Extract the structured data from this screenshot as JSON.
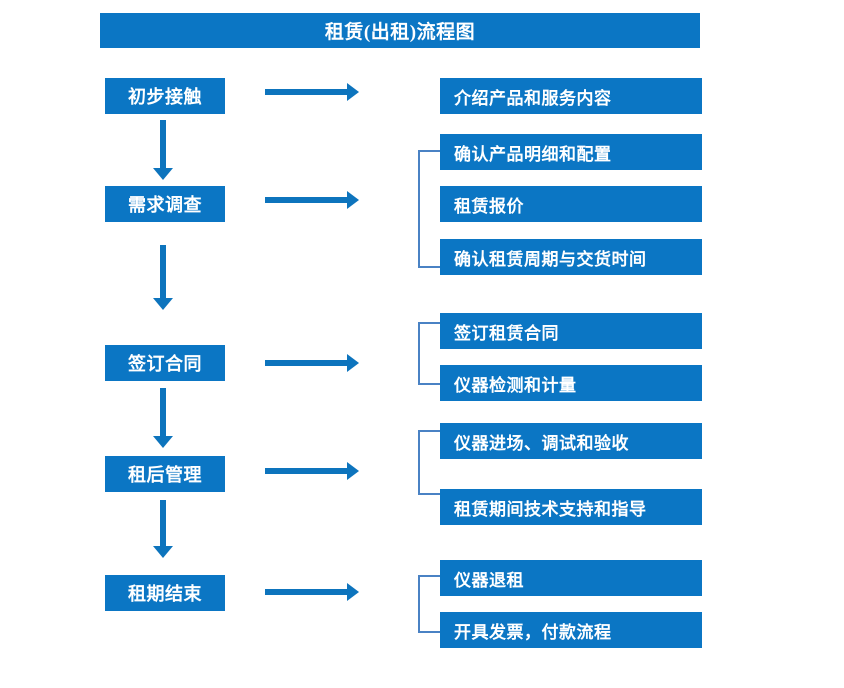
{
  "diagram": {
    "title": "租赁(出租)流程图",
    "accent_color": "#0b76c4",
    "arrow_color": "#0d74bd",
    "bracket_color": "#4a82c4",
    "stages": [
      {
        "label": "初步接触",
        "arrow_name": "arrow-to-details-1"
      },
      {
        "label": "需求调查",
        "arrow_name": "arrow-to-details-2"
      },
      {
        "label": "签订合同",
        "arrow_name": "arrow-to-details-3"
      },
      {
        "label": "租后管理",
        "arrow_name": "arrow-to-details-4"
      },
      {
        "label": "租期结束",
        "arrow_name": "arrow-to-details-5"
      }
    ],
    "details": [
      {
        "label": "介绍产品和服务内容"
      },
      {
        "label": "确认产品明细和配置"
      },
      {
        "label": "租赁报价"
      },
      {
        "label": "确认租赁周期与交货时间"
      },
      {
        "label": "签订租赁合同"
      },
      {
        "label": "仪器检测和计量"
      },
      {
        "label": "仪器进场、调试和验收"
      },
      {
        "label": "租赁期间技术支持和指导"
      },
      {
        "label": "仪器退租"
      },
      {
        "label": "开具发票，付款流程"
      }
    ]
  }
}
